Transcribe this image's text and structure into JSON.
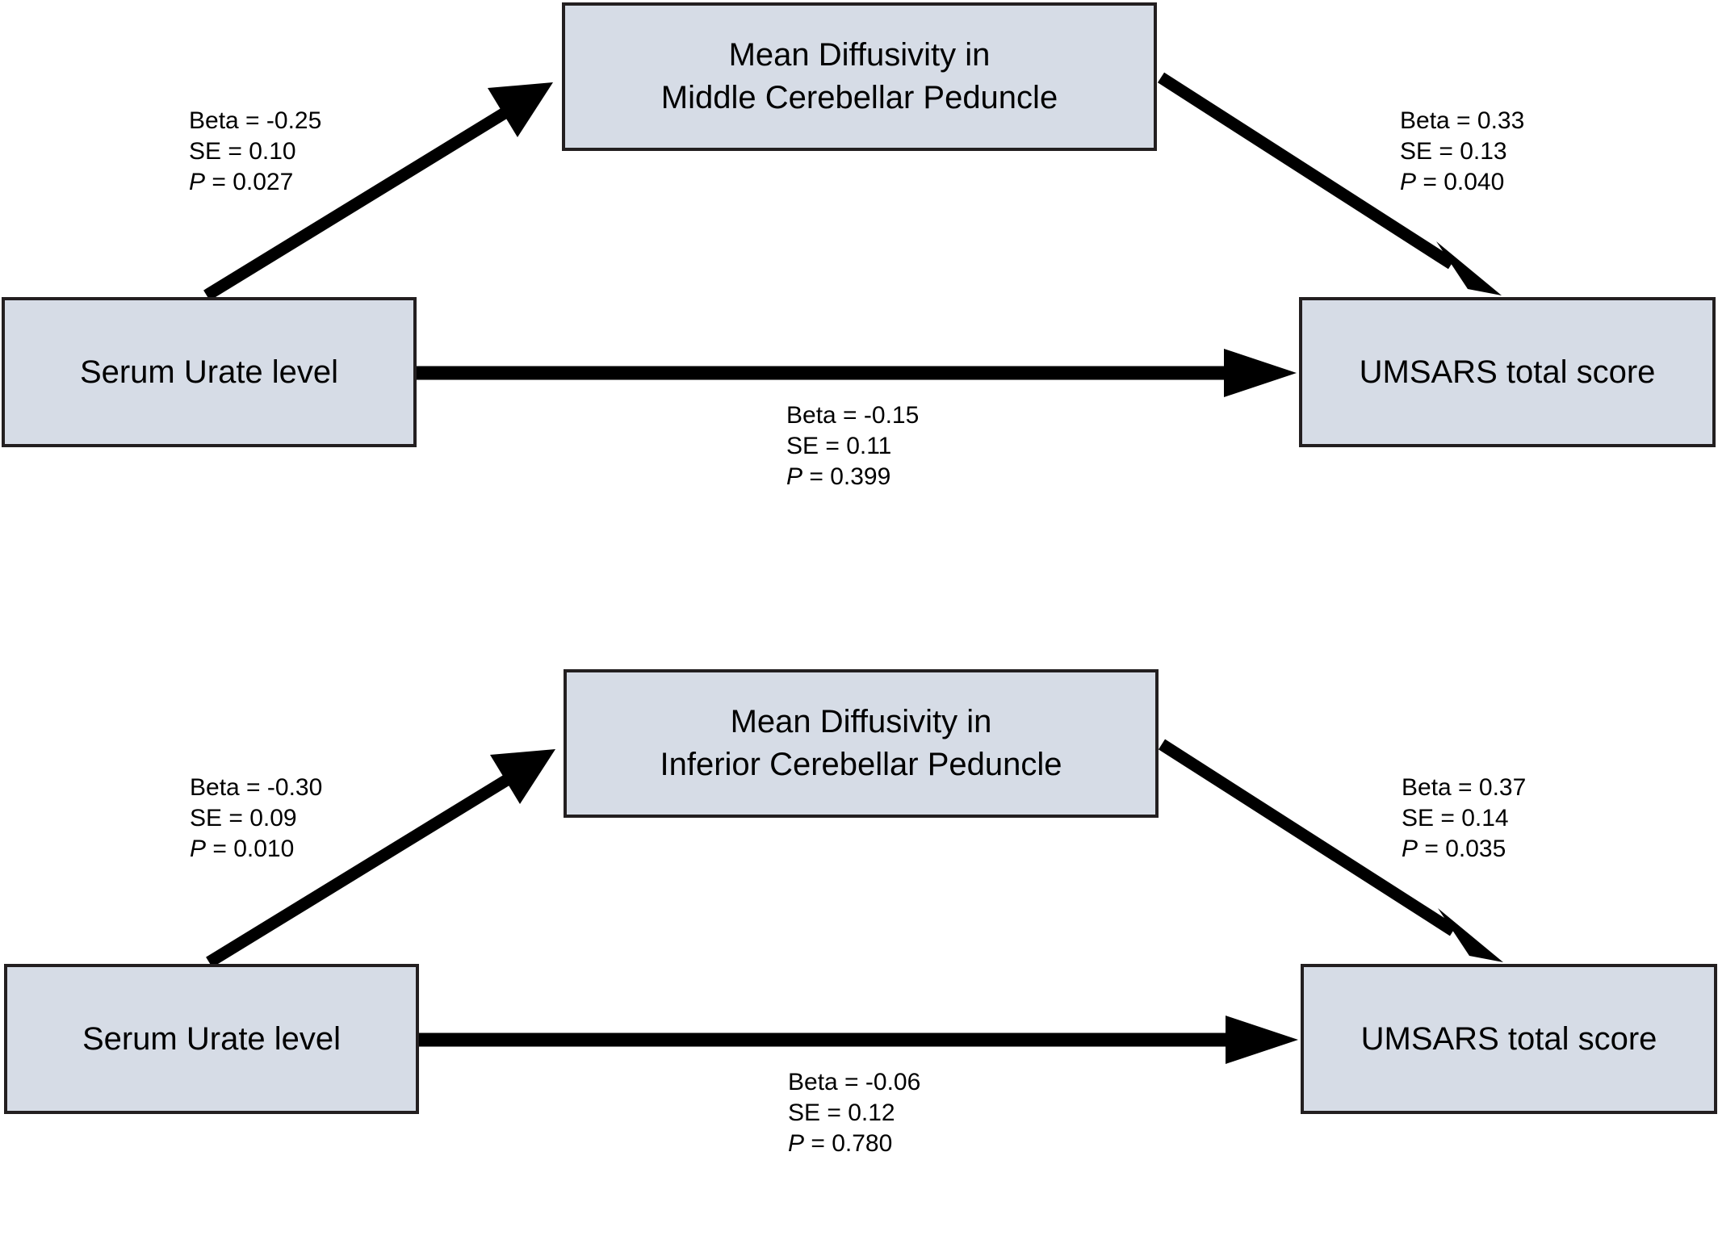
{
  "diagrams": [
    {
      "mediator": [
        "Mean Diffusivity in",
        "Middle Cerebellar Peduncle"
      ],
      "predictor": "Serum Urate level",
      "outcome": "UMSARS total score",
      "path_a": {
        "beta": "Beta = -0.25",
        "se": "SE = 0.10",
        "p_symbol": "P",
        "p_value": " = 0.027"
      },
      "path_b": {
        "beta": "Beta = 0.33",
        "se": "SE = 0.13",
        "p_symbol": "P",
        "p_value": " = 0.040"
      },
      "path_c": {
        "beta": "Beta = -0.15",
        "se": "SE = 0.11",
        "p_symbol": "P",
        "p_value": " = 0.399"
      }
    },
    {
      "mediator": [
        "Mean Diffusivity in",
        "Inferior Cerebellar Peduncle"
      ],
      "predictor": "Serum Urate level",
      "outcome": "UMSARS total score",
      "path_a": {
        "beta": "Beta = -0.30",
        "se": "SE = 0.09",
        "p_symbol": "P",
        "p_value": " = 0.010"
      },
      "path_b": {
        "beta": "Beta = 0.37",
        "se": "SE = 0.14",
        "p_symbol": "P",
        "p_value": " = 0.035"
      },
      "path_c": {
        "beta": "Beta = -0.06",
        "se": "SE = 0.12",
        "p_symbol": "P",
        "p_value": " = 0.780"
      }
    }
  ],
  "colors": {
    "box_fill": "#d6dce6",
    "box_border": "#231f20",
    "arrow": "#000000"
  }
}
